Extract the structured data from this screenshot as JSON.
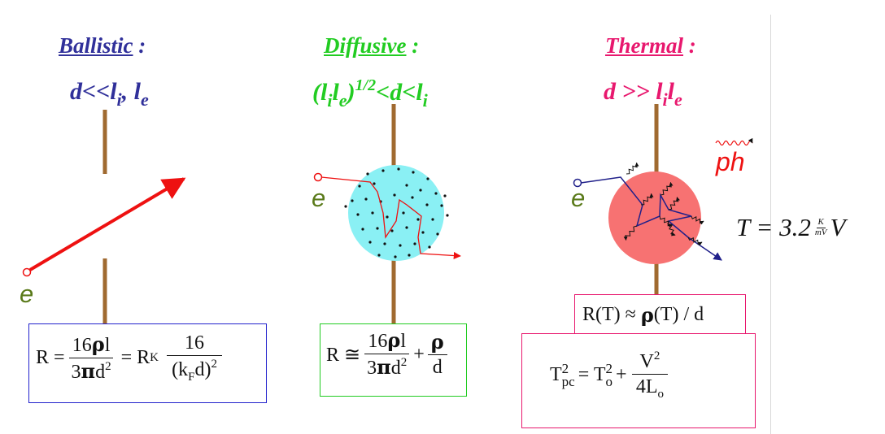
{
  "colors": {
    "ballistic": "#30309a",
    "diffusive": "#22cc22",
    "thermal": "#e8186e",
    "lead": "#a06a30",
    "electron_label": "#5a7a1a",
    "ph_label": "#ee1111",
    "diffusive_disk": "#8af0f4",
    "thermal_disk": "#f77272",
    "arrow": "#ee1111",
    "thermal_path": "#20208a"
  },
  "ballistic": {
    "title": "Ballistic",
    "title_colon": " :",
    "cond": {
      "a": "d<<l",
      "sub1": "i",
      "sep": ", ",
      "l2": "l",
      "sub2": "e"
    },
    "electron": "e",
    "formula": {
      "lhs": "R =",
      "f1_num": "16",
      "f1_num_rho": "ρ",
      "f1_num_l": "l",
      "f1_den_3": "3",
      "f1_den_pi": "π",
      "f1_den_d": "d",
      "f1_den_exp": "2",
      "mid": "= R",
      "mid_sub": "K",
      "f2_num": "16",
      "f2_den_open": "(k",
      "f2_den_sub": "F",
      "f2_den_close": "d)",
      "f2_den_exp": "2"
    }
  },
  "diffusive": {
    "title": "Diffusive",
    "title_colon": " :",
    "cond": {
      "open": "(l",
      "sub1": "i",
      "l2": "l",
      "sub2": "e",
      "close": ")",
      "exp": "1/2",
      "rest": "<d<l",
      "sub3": "i"
    },
    "electron": "e",
    "formula": {
      "lhs": "R ≅",
      "f1_num": "16",
      "f1_num_rho": "ρ",
      "f1_num_l": "l",
      "f1_den_3": "3",
      "f1_den_pi": "π",
      "f1_den_d": "d",
      "f1_den_exp": "2",
      "plus": "+",
      "f2_num": "ρ",
      "f2_den": "d"
    }
  },
  "thermal": {
    "title": "Thermal",
    "title_colon": " :",
    "cond": {
      "a": "d >> l",
      "sub1": "i",
      "l2": "l",
      "sub2": "e"
    },
    "electron": "e",
    "phonon": "ph",
    "r_formula": {
      "a": "R(T) ≈ ",
      "rho": "ρ",
      "b": "(T) / d"
    },
    "t_formula": {
      "t_pc": "T",
      "pc_sup": "2",
      "pc_sub": "pc",
      "eq": "= T",
      "o_sup": "2",
      "o_sub": "o",
      "plus": "+",
      "num": "V",
      "num_sup": "2",
      "den": "4L",
      "den_sub": "o"
    }
  },
  "temperature_formula": {
    "lhs": "T = 3.2",
    "unit_num": "K",
    "unit_den": "mV",
    "var": "V"
  }
}
